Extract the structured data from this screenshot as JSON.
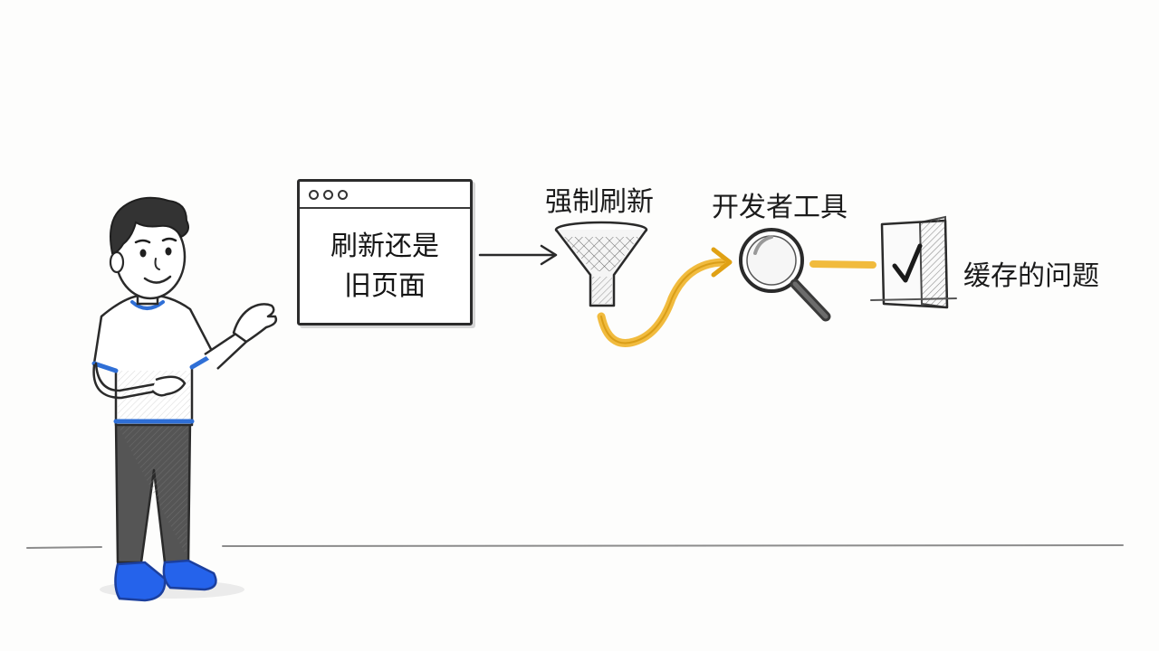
{
  "nodes": {
    "browser_line1": "刷新还是",
    "browser_line2": "旧页面",
    "funnel_label": "强制刷新",
    "magnifier_label": "开发者工具",
    "door_label": "缓存的问题"
  },
  "colors": {
    "ink": "#222222",
    "highlight": "#f0b429",
    "shirt_trim": "#2f6fd6",
    "shoes": "#2563eb",
    "pants": "#4a4a4a"
  },
  "icons": [
    "browser-window-icon",
    "funnel-icon",
    "magnifier-icon",
    "door-icon",
    "checkmark-icon",
    "presenter-figure"
  ]
}
